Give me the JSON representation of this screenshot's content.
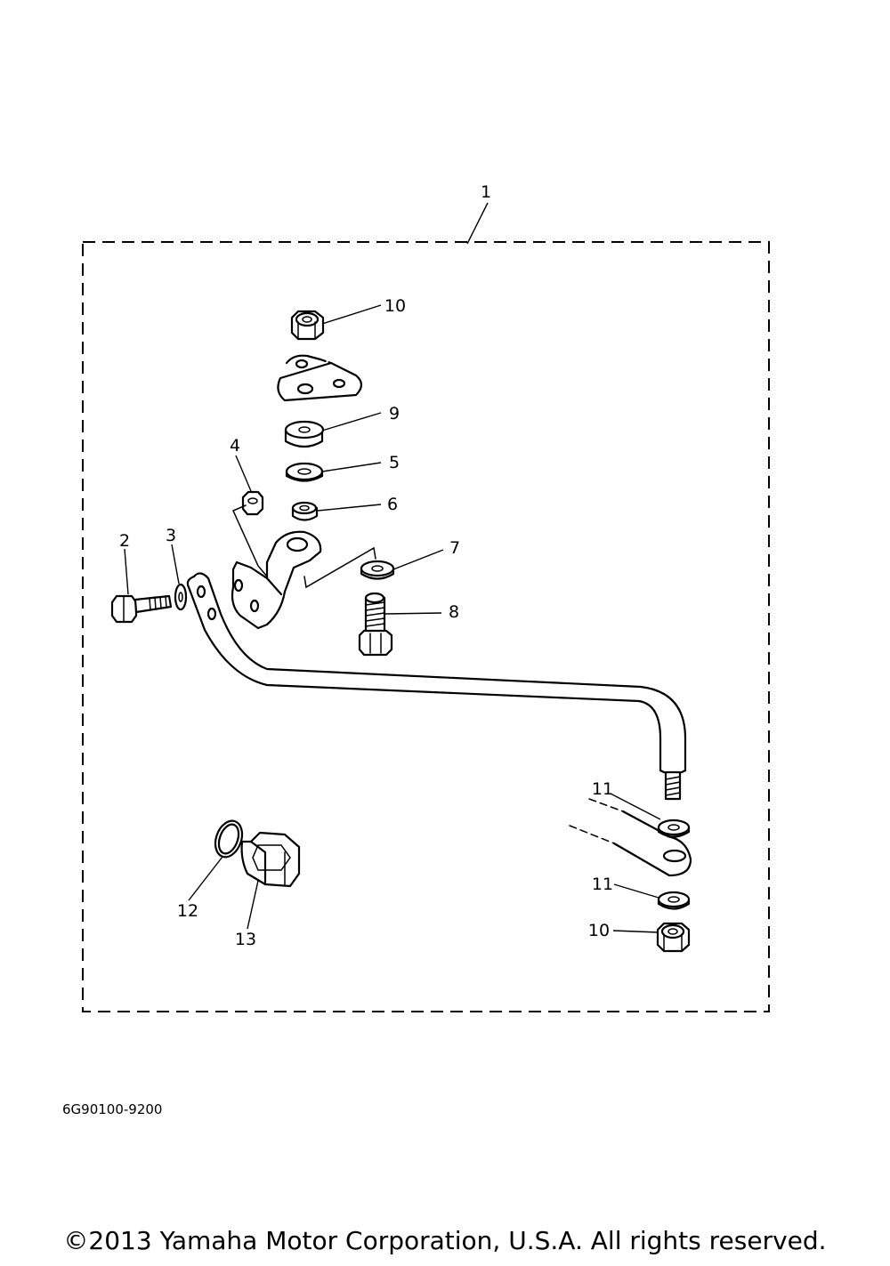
{
  "diagram": {
    "assembly_callout": "1",
    "callouts": [
      {
        "id": "bolt",
        "label": "2"
      },
      {
        "id": "washer-clip",
        "label": "3"
      },
      {
        "id": "small-nut",
        "label": "4"
      },
      {
        "id": "flat-washer-5",
        "label": "5"
      },
      {
        "id": "collar-6",
        "label": "6"
      },
      {
        "id": "washer-7",
        "label": "7"
      },
      {
        "id": "stud-bolt",
        "label": "8"
      },
      {
        "id": "spacer-9",
        "label": "9"
      },
      {
        "id": "nut-10-top",
        "label": "10"
      },
      {
        "id": "washer-11-upper",
        "label": "11"
      },
      {
        "id": "washer-11-lower",
        "label": "11"
      },
      {
        "id": "nut-10-bottom",
        "label": "10"
      },
      {
        "id": "o-ring",
        "label": "12"
      },
      {
        "id": "hex-nut-large",
        "label": "13"
      }
    ]
  },
  "footer": {
    "diagram_code": "6G90100-9200",
    "copyright": "©2013 Yamaha Motor Corporation, U.S.A. All rights reserved."
  }
}
